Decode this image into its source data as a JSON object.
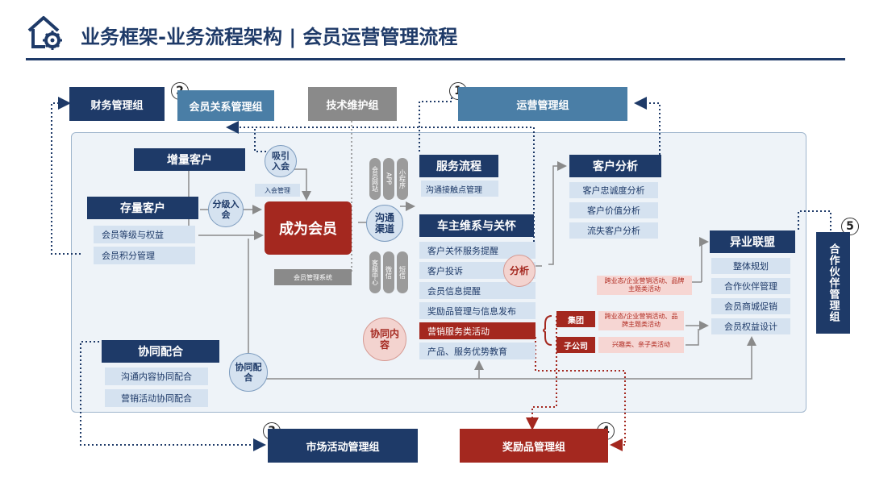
{
  "header": {
    "title": "业务框架-业务流程架构 | 会员运营管理流程",
    "home_icon": "home-gear-icon"
  },
  "top_groups": {
    "finance": "财务管理组",
    "member_relation": "会员关系管理组",
    "tech": "技术维护组",
    "operation": "运营管理组"
  },
  "bottom_groups": {
    "market": "市场活动管理组",
    "reward": "奖励品管理组"
  },
  "partner_group": "合作伙伴管理组",
  "numbers": [
    "1",
    "2",
    "3",
    "4",
    "5"
  ],
  "left": {
    "new_customers": "增量客户",
    "attract": "吸引入会",
    "join_mgmt": "入会管理",
    "existing_customers": "存量客户",
    "tier_join": "分级入会",
    "items": [
      "会员等级与权益",
      "会员积分管理"
    ]
  },
  "center": {
    "become_member": "成为会员",
    "member_system": "会员管理系统",
    "channel": "沟通渠道",
    "channels_top": [
      "会员网站",
      "APP",
      "小程序"
    ],
    "channels_bottom": [
      "客服中心",
      "微信",
      "短信"
    ],
    "collab_content": "协同内容"
  },
  "service": {
    "title": "服务流程",
    "touchpoint": "沟通接触点管理"
  },
  "care": {
    "title": "车主维系与关怀",
    "items": [
      "客户关怀服务提醒",
      "客户投诉",
      "会员信息提醒",
      "奖励品管理与信息发布",
      "营销服务类活动",
      "产品、服务优势教育"
    ]
  },
  "analysis": {
    "title": "客户分析",
    "items": [
      "客户忠诚度分析",
      "客户价值分析",
      "流失客户分析"
    ],
    "tag": "分析"
  },
  "alliance": {
    "title": "异业联盟",
    "items": [
      "整体规划",
      "合作伙伴管理",
      "会员商城促销",
      "会员权益设计"
    ],
    "note": "跨业态/企业营销活动、品牌主题类活动"
  },
  "group_labels": {
    "group": "集团",
    "subsidiary": "子公司",
    "group_note": "跨业态/企业营销活动、品牌主题类活动",
    "sub_note": "兴趣类、亲子类活动"
  },
  "collab": {
    "title": "协同配合",
    "items": [
      "沟通内容协同配合",
      "营销活动协同配合"
    ],
    "circle": "协同配合"
  }
}
